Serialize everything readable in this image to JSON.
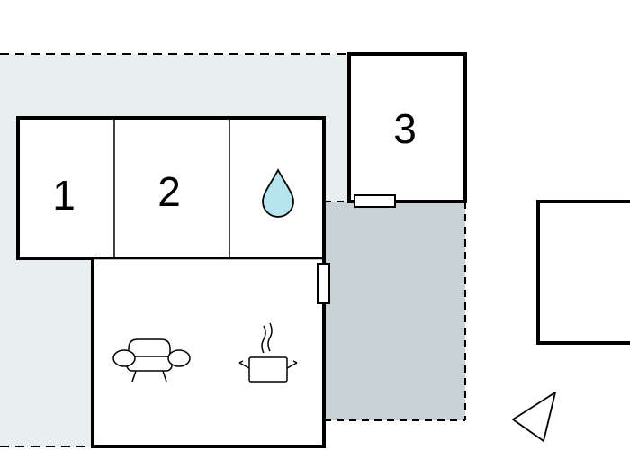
{
  "floorplan": {
    "rooms": [
      {
        "id": "bedroom-1",
        "label": "1"
      },
      {
        "id": "bedroom-2",
        "label": "2"
      },
      {
        "id": "bathroom",
        "icon": "water-drop-icon"
      },
      {
        "id": "bedroom-3",
        "label": "3"
      },
      {
        "id": "living-kitchen",
        "icons": [
          "sofa-icon",
          "cooking-pot-icon"
        ]
      }
    ],
    "terrace_color": "#e9eeee",
    "covered_terrace_color": "#c8d1d3",
    "drop_color": "#b6e4ee",
    "wall_color": "#000000",
    "north_arrow": "compass-arrow-icon"
  }
}
